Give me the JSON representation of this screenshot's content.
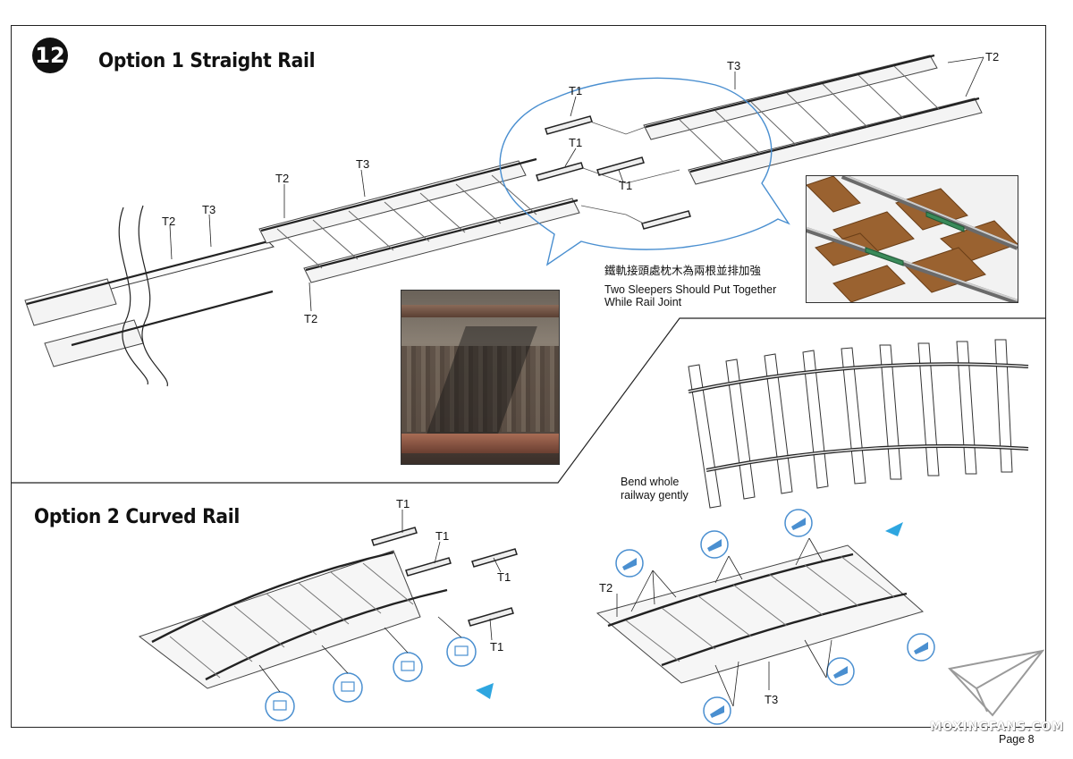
{
  "step": {
    "number": "12"
  },
  "option1": {
    "title": "Option 1  Straight Rail"
  },
  "option2": {
    "title": "Option 2  Curved Rail"
  },
  "notes": {
    "chinese": "鐵軌接頭處枕木為兩根並排加強",
    "sleepers_line1": "Two Sleepers Should Put Together",
    "sleepers_line2": "While Rail Joint",
    "bend_line1": "Bend whole",
    "bend_line2": "railway gently"
  },
  "labels": {
    "t1": "T1",
    "t2": "T2",
    "t3": "T3"
  },
  "footer": {
    "watermark": "MOXINGFANS.COM",
    "page": "Page 8"
  },
  "colors": {
    "callout_blue": "#4a8fd0",
    "arrow_cyan": "#2ea6e0",
    "sleeper_brown": "#8b5a2b"
  }
}
